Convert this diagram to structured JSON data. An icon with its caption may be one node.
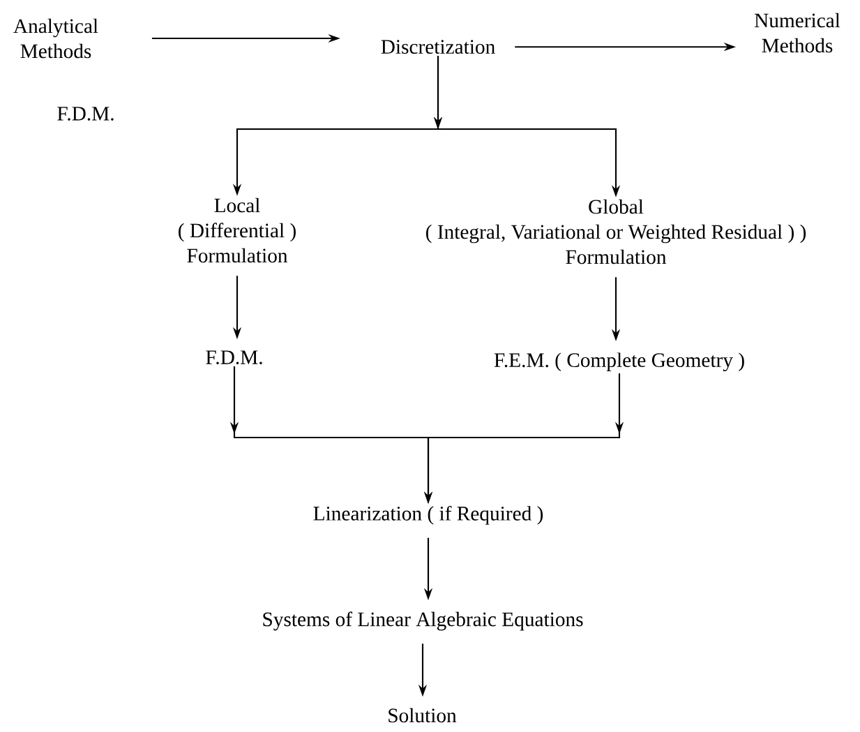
{
  "diagram": {
    "nodes": [
      {
        "text": [
          "Analytical Methods"
        ]
      },
      {
        "text": [
          "Discretization"
        ]
      },
      {
        "text": [
          "Numerical Methods"
        ]
      },
      {
        "text": [
          "Local",
          "( Differential )",
          "Formulation"
        ]
      },
      {
        "text": [
          "Global",
          "( Integral, Variational or Weighted Residual ) )",
          "Formulation"
        ]
      },
      {
        "text": [
          "F.D.M."
        ]
      },
      {
        "text": [
          "F.E.M. ( Complete Geometry )"
        ]
      },
      {
        "text": [
          "Linearization ( if  Required )"
        ]
      },
      {
        "text": [
          "Systems of Linear Algebraic Equations"
        ]
      },
      {
        "text": [
          "Solution"
        ]
      }
    ],
    "edges": [
      {
        "from": 0,
        "to": 1,
        "arrow": "to"
      },
      {
        "from": 1,
        "to": 2,
        "arrow": "to"
      },
      {
        "from": 1,
        "to": 3,
        "arrow": "to"
      },
      {
        "from": 1,
        "to": 4,
        "arrow": "to"
      },
      {
        "from": 3,
        "to": 5,
        "arrow": "to"
      },
      {
        "from": 4,
        "to": 6,
        "arrow": "to"
      },
      {
        "from": 5,
        "to": 7,
        "arrow": "to"
      },
      {
        "from": 6,
        "to": 7,
        "arrow": "to"
      },
      {
        "from": 7,
        "to": 8,
        "arrow": "to"
      },
      {
        "from": 8,
        "to": 9,
        "arrow": "to"
      }
    ],
    "labels": [
      "F.D.M."
    ]
  }
}
